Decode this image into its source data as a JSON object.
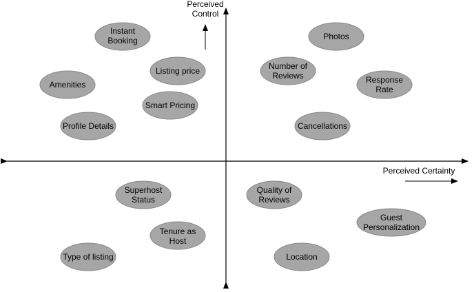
{
  "axes": {
    "vertical_label": [
      "Perceived",
      "Control"
    ],
    "horizontal_label": "Perceived Certainty"
  },
  "style": {
    "ellipse_fill": "#a6a6a6",
    "ellipse_stroke": "#888888",
    "line_color": "#000000"
  },
  "nodes": [
    {
      "id": "instant-booking",
      "lines": [
        "Instant",
        "Booking"
      ]
    },
    {
      "id": "listing-price",
      "lines": [
        "Listing price"
      ]
    },
    {
      "id": "amenities",
      "lines": [
        "Amenities"
      ]
    },
    {
      "id": "smart-pricing",
      "lines": [
        "Smart Pricing"
      ]
    },
    {
      "id": "profile-details",
      "lines": [
        "Profile Details"
      ]
    },
    {
      "id": "photos",
      "lines": [
        "Photos"
      ]
    },
    {
      "id": "number-of-reviews",
      "lines": [
        "Number of",
        "Reviews"
      ]
    },
    {
      "id": "response-rate",
      "lines": [
        "Response",
        "Rate"
      ]
    },
    {
      "id": "cancellations",
      "lines": [
        "Cancellations"
      ]
    },
    {
      "id": "superhost-status",
      "lines": [
        "Superhost",
        "Status"
      ]
    },
    {
      "id": "tenure-as-host",
      "lines": [
        "Tenure as",
        "Host"
      ]
    },
    {
      "id": "type-of-listing",
      "lines": [
        "Type of listing"
      ]
    },
    {
      "id": "quality-of-reviews",
      "lines": [
        "Quality of",
        "Reviews"
      ]
    },
    {
      "id": "guest-personalization",
      "lines": [
        "Guest",
        "Personalization"
      ]
    },
    {
      "id": "location",
      "lines": [
        "Location"
      ]
    }
  ]
}
